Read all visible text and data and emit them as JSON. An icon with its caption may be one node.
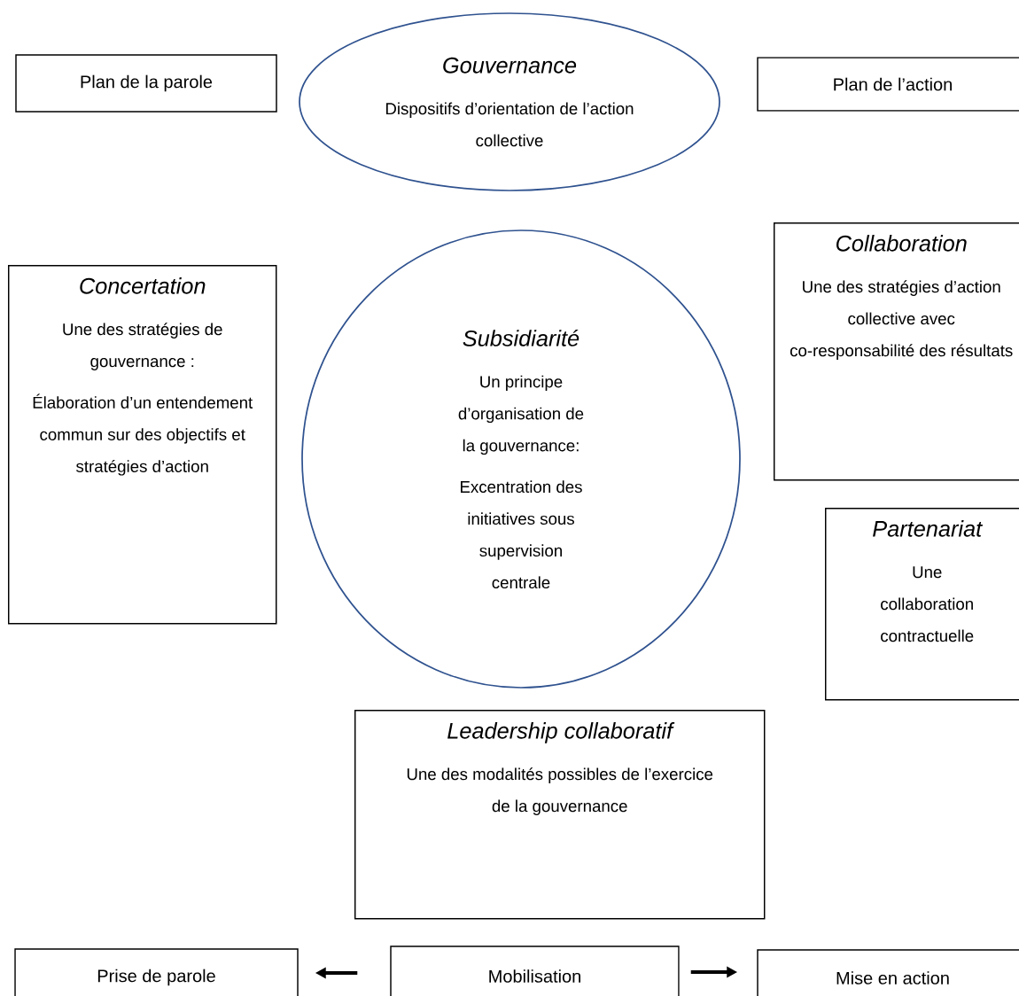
{
  "diagram": {
    "nodes": [
      {
        "text": [
          "Plan de la parole"
        ]
      },
      {
        "text": [
          "Gouvernance",
          "Dispositifs d’orientation de l’action collective"
        ]
      },
      {
        "text": [
          "Plan de l’action"
        ]
      },
      {
        "text": [
          "Concertation",
          "Une des stratégies de gouvernance :",
          "Élaboration d’un entendement commun sur des objectifs et stratégies d’action"
        ]
      },
      {
        "text": [
          "Subsidiarité",
          "Un principe d’organisation de la gouvernance:",
          "Excentration des initiatives sous supervision centrale"
        ]
      },
      {
        "text": [
          "Collaboration",
          "Une des stratégies d’action collective avec co-responsabilité des résultats"
        ]
      },
      {
        "text": [
          "Partenariat",
          "Une collaboration contractuelle"
        ]
      },
      {
        "text": [
          "Leadership collaboratif",
          "Une des modalités possibles de l’exercice de la gouvernance"
        ]
      },
      {
        "text": [
          "Prise de parole"
        ]
      },
      {
        "text": [
          "Mobilisation"
        ]
      },
      {
        "text": [
          "Mise en action"
        ]
      }
    ],
    "edges": [
      {
        "from": 9,
        "to": 8,
        "arrow": "to"
      },
      {
        "from": 9,
        "to": 10,
        "arrow": "to"
      }
    ]
  }
}
